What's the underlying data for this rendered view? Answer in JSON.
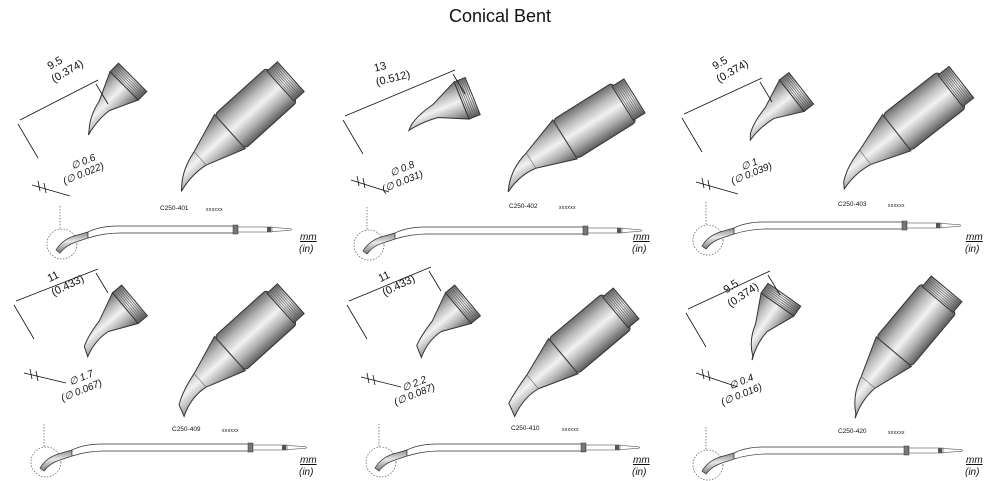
{
  "title": "Conical Bent",
  "units": {
    "mm": "mm",
    "in": "(in)"
  },
  "tips": [
    {
      "len_mm": "9.5",
      "len_in": "(0.374)",
      "dia_mm": "∅ 0.6",
      "dia_in": "(∅ 0.022)",
      "code": "C250-401",
      "marking": "xxxxxx"
    },
    {
      "len_mm": "13",
      "len_in": "(0.512)",
      "dia_mm": "∅ 0.8",
      "dia_in": "(∅ 0.031)",
      "code": "C250-402",
      "marking": "xxxxxx"
    },
    {
      "len_mm": "9.5",
      "len_in": "(0.374)",
      "dia_mm": "∅ 1",
      "dia_in": "(∅ 0.039)",
      "code": "C250-403",
      "marking": "xxxxxx"
    },
    {
      "len_mm": "11",
      "len_in": "(0.433)",
      "dia_mm": "∅ 1.7",
      "dia_in": "(∅ 0.067)",
      "code": "C250-409",
      "marking": "xxxxxx"
    },
    {
      "len_mm": "11",
      "len_in": "(0.433)",
      "dia_mm": "∅ 2.2",
      "dia_in": "(∅ 0.087)",
      "code": "C250-410",
      "marking": "xxxxxx"
    },
    {
      "len_mm": "9.5",
      "len_in": "(0.374)",
      "dia_mm": "∅ 0.4",
      "dia_in": "(∅ 0.016)",
      "code": "C250-420",
      "marking": "xxxxxx"
    }
  ]
}
